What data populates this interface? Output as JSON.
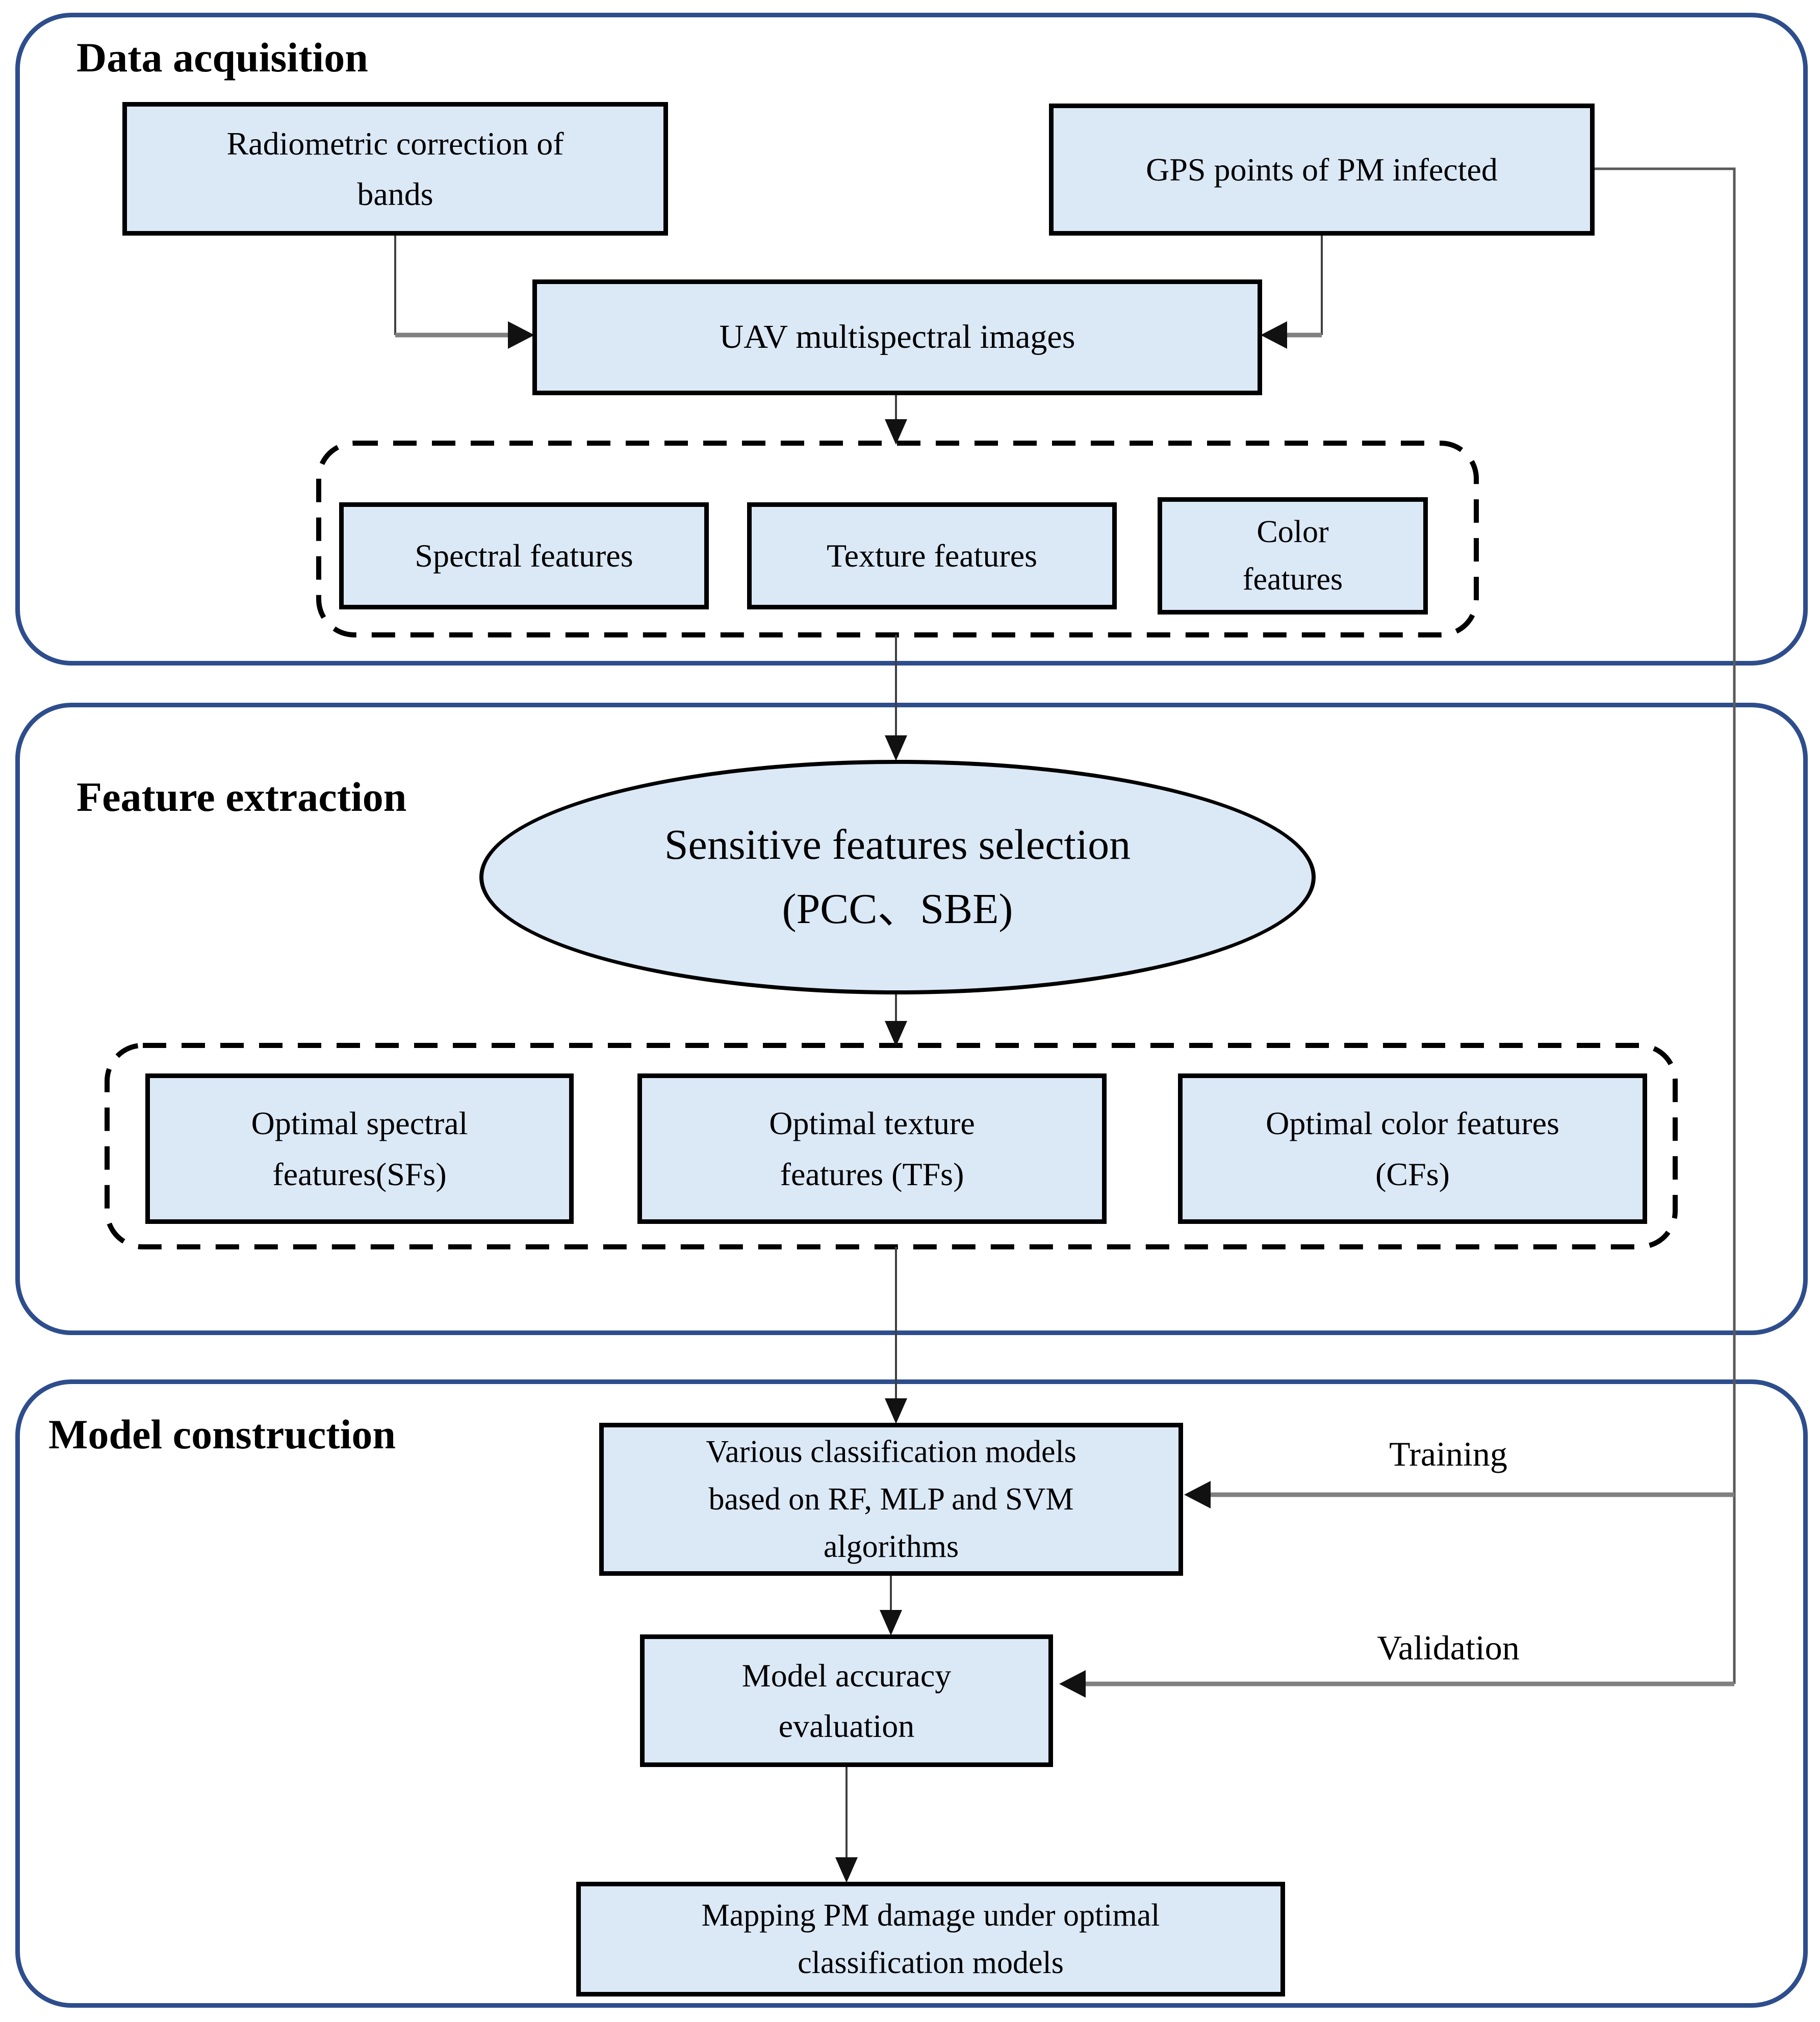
{
  "sections": {
    "data_acquisition": {
      "title": "Data acquisition"
    },
    "feature_extraction": {
      "title": "Feature extraction"
    },
    "model_construction": {
      "title": "Model construction"
    }
  },
  "nodes": {
    "radiometric": {
      "lines": [
        "Radiometric correction of",
        "bands"
      ]
    },
    "gps": {
      "lines": [
        "GPS points of PM infected"
      ]
    },
    "uav": {
      "lines": [
        "UAV multispectral images"
      ]
    },
    "spectral": {
      "lines": [
        "Spectral features"
      ]
    },
    "texture": {
      "lines": [
        "Texture features"
      ]
    },
    "color": {
      "lines": [
        "Color",
        "features"
      ]
    },
    "sensitive_selection": {
      "lines": [
        "Sensitive features selection",
        "(PCC、SBE)"
      ]
    },
    "optimal_spectral": {
      "lines": [
        "Optimal spectral",
        "features(SFs)"
      ]
    },
    "optimal_texture": {
      "lines": [
        "Optimal texture",
        "features (TFs)"
      ]
    },
    "optimal_color": {
      "lines": [
        "Optimal color features",
        "(CFs)"
      ]
    },
    "classification_models": {
      "lines": [
        "Various classification models",
        "based on RF, MLP and SVM",
        "algorithms"
      ]
    },
    "accuracy_evaluation": {
      "lines": [
        "Model accuracy",
        "evaluation"
      ]
    },
    "mapping": {
      "lines": [
        "Mapping PM damage under optimal",
        "classification models"
      ]
    }
  },
  "edge_labels": {
    "training": "Training",
    "validation": "Validation"
  },
  "colors": {
    "section_border": "#2d4d8c",
    "node_fill": "#dbe8f6",
    "node_border": "#000000",
    "connector_dark": "#3f3f3f",
    "connector_gray": "#808080",
    "rail": "#595959",
    "arrowhead": "#111111"
  }
}
